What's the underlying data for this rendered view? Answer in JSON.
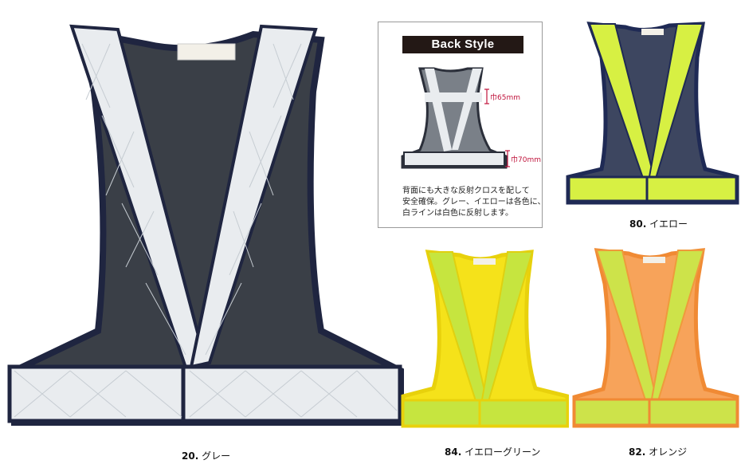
{
  "back_style": {
    "title": "Back Style",
    "width_top": "巾65mm",
    "width_bottom": "巾70mm",
    "description": [
      "背面にも大きな反射クロスを配して",
      "安全確保。グレー、イエローは各色に、",
      "白ラインは白色に反射します。"
    ]
  },
  "products": [
    {
      "id": "gray",
      "number": "20.",
      "name": "グレー",
      "mesh": "#3a3f47",
      "band": "#e9ecef",
      "trim": "#1f2540"
    },
    {
      "id": "yellow",
      "number": "80.",
      "name": "イエロー",
      "mesh": "#3d4660",
      "band": "#d7f043",
      "trim": "#1f2a55"
    },
    {
      "id": "yellow-green",
      "number": "84.",
      "name": "イエローグリーン",
      "mesh": "#f5e21a",
      "band": "#c6e53f",
      "trim": "#e8d10c"
    },
    {
      "id": "orange",
      "number": "82.",
      "name": "オレンジ",
      "mesh": "#f7a35a",
      "band": "#cde34a",
      "trim": "#f08a34"
    }
  ]
}
